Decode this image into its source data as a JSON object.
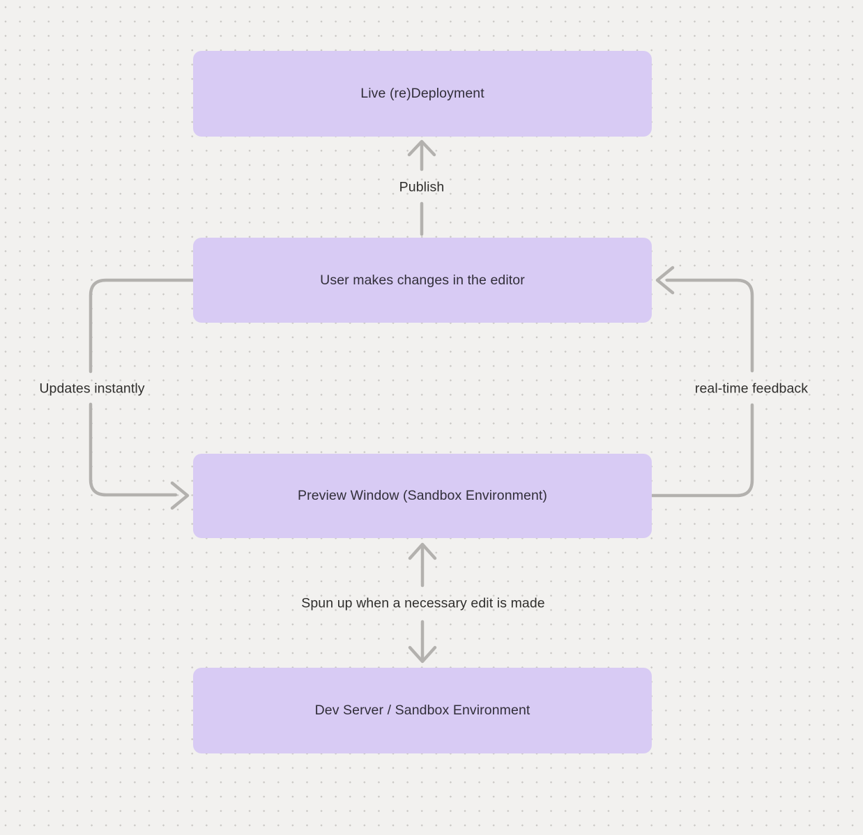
{
  "colors": {
    "background": "#f2f1ef",
    "grid_dot": "#c9c7c4",
    "node_fill": "#d8cbf4",
    "node_text": "#312e39",
    "edge_line": "#b3b1ae",
    "edge_label_text": "#2f2e2c"
  },
  "diagram": {
    "nodes": [
      {
        "id": "live-redeployment",
        "label": "Live (re)Deployment"
      },
      {
        "id": "user-editor",
        "label": "User makes changes in the editor"
      },
      {
        "id": "preview-window",
        "label": "Preview Window (Sandbox Environment)"
      },
      {
        "id": "dev-server",
        "label": "Dev Server / Sandbox Environment"
      }
    ],
    "edges": [
      {
        "id": "publish",
        "label": "Publish",
        "from": "user-editor",
        "to": "live-redeployment",
        "arrow": "up"
      },
      {
        "id": "updates-instantly",
        "label": "Updates instantly",
        "from": "user-editor",
        "to": "preview-window",
        "arrow": "right-into-preview"
      },
      {
        "id": "realtime-feedback",
        "label": "real-time feedback",
        "from": "preview-window",
        "to": "user-editor",
        "arrow": "left-into-editor"
      },
      {
        "id": "spun-up",
        "label": "Spun up when a necessary edit is made",
        "from": "preview-window",
        "to": "dev-server",
        "arrow": "both"
      }
    ]
  }
}
